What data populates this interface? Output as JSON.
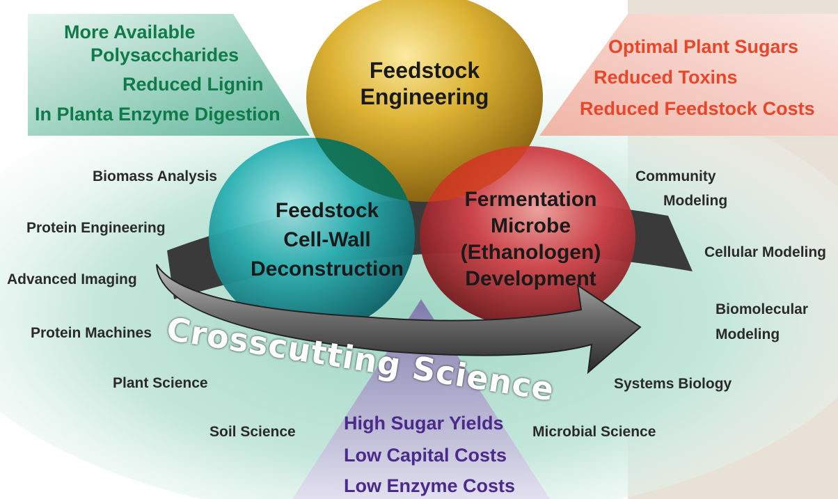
{
  "circles": {
    "top": {
      "lines": [
        "Feedstock",
        "Engineering"
      ]
    },
    "left": {
      "lines": [
        "Feedstock",
        "Cell-Wall",
        "Deconstruction"
      ]
    },
    "right": {
      "lines": [
        "Fermentation",
        "Microbe",
        "(Ethanologen)",
        "Development"
      ]
    }
  },
  "arrow": {
    "label": "Crosscutting Science"
  },
  "green_goals": [
    "More Available",
    "Polysaccharides",
    "Reduced Lignin",
    "In Planta Enzyme Digestion"
  ],
  "red_goals": [
    "Optimal Plant Sugars",
    "Reduced Toxins",
    "Reduced Feedstock Costs"
  ],
  "purple_goals": [
    "High Sugar Yields",
    "Low Capital Costs",
    "Low Enzyme Costs"
  ],
  "left_topics": [
    "Biomass Analysis",
    "Protein Engineering",
    "Advanced Imaging",
    "Protein Machines",
    "Plant Science",
    "Soil Science"
  ],
  "right_topics": [
    "Community",
    "Modeling",
    "Cellular Modeling",
    "Biomolecular",
    "Modeling",
    "Systems Biology",
    "Microbial Science"
  ],
  "colors": {
    "green": "#0f7a4a",
    "red": "#e8462a",
    "purple": "#4a2a8a",
    "gold": "#c9a21e",
    "teal": "#1fa3a8",
    "crimson": "#c8303a"
  }
}
